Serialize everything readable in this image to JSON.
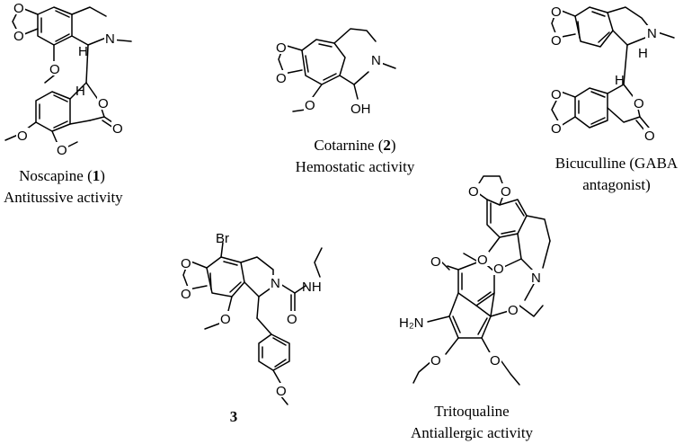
{
  "compounds": [
    {
      "name": "Noscapine",
      "number": "1",
      "activity": "Antitussive activity"
    },
    {
      "name": "Cotarnine",
      "number": "2",
      "activity": "Hemostatic activity"
    },
    {
      "name_line1": "Bicuculline (GABA",
      "name_line2": "antagonist)"
    },
    {
      "number": "3"
    },
    {
      "name": "Tritoqualine",
      "activity": "Antiallergic activity"
    }
  ],
  "atom_labels": {
    "N": "N",
    "O": "O",
    "OH": "OH",
    "H": "H",
    "Br": "Br",
    "NH": "NH",
    "NH2": "H₂N"
  }
}
